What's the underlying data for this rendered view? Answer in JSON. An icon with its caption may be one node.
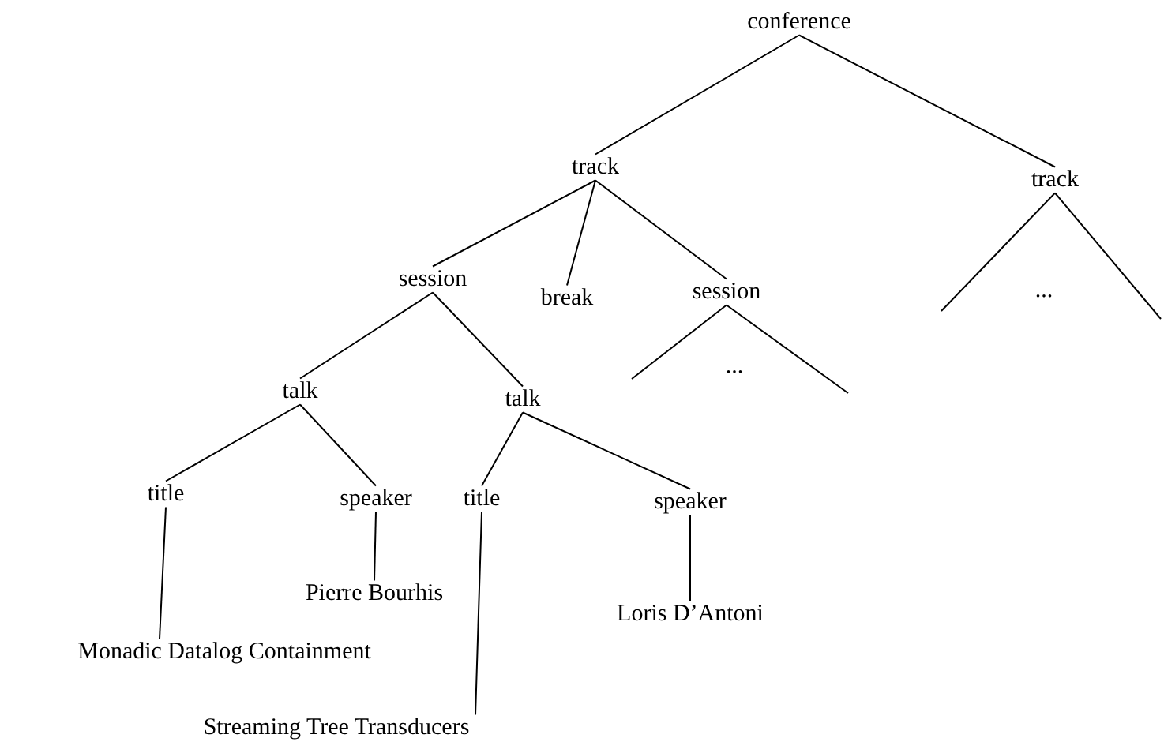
{
  "diagram": {
    "nodes": [
      {
        "text": [
          "conference"
        ]
      },
      {
        "text": [
          "track"
        ]
      },
      {
        "text": [
          "track"
        ]
      },
      {
        "text": [
          "session"
        ]
      },
      {
        "text": [
          "break"
        ]
      },
      {
        "text": [
          "session"
        ]
      },
      {
        "text": [
          "talk"
        ]
      },
      {
        "text": [
          "talk"
        ]
      },
      {
        "text": [
          "title"
        ]
      },
      {
        "text": [
          "speaker"
        ]
      },
      {
        "text": [
          "title"
        ]
      },
      {
        "text": [
          "speaker"
        ]
      },
      {
        "text": [
          "Pierre Bourhis"
        ]
      },
      {
        "text": [
          "Monadic Datalog Containment"
        ]
      },
      {
        "text": [
          "Loris D’Antoni"
        ]
      },
      {
        "text": [
          "Streaming Tree Transducers"
        ]
      }
    ],
    "edges": [
      {
        "from": 0,
        "to": 1,
        "arrow": "none"
      },
      {
        "from": 0,
        "to": 2,
        "arrow": "none"
      },
      {
        "from": 1,
        "to": 3,
        "arrow": "none"
      },
      {
        "from": 1,
        "to": 4,
        "arrow": "none"
      },
      {
        "from": 1,
        "to": 5,
        "arrow": "none"
      },
      {
        "from": 2,
        "to": null,
        "arrow": "none"
      },
      {
        "from": 2,
        "to": null,
        "arrow": "none"
      },
      {
        "from": 3,
        "to": 6,
        "arrow": "none"
      },
      {
        "from": 3,
        "to": 7,
        "arrow": "none"
      },
      {
        "from": 5,
        "to": null,
        "arrow": "none"
      },
      {
        "from": 5,
        "to": null,
        "arrow": "none"
      },
      {
        "from": 6,
        "to": 8,
        "arrow": "none"
      },
      {
        "from": 6,
        "to": 9,
        "arrow": "none"
      },
      {
        "from": 7,
        "to": 10,
        "arrow": "none"
      },
      {
        "from": 7,
        "to": 11,
        "arrow": "none"
      },
      {
        "from": 9,
        "to": 12,
        "arrow": "none"
      },
      {
        "from": 8,
        "to": 13,
        "arrow": "none"
      },
      {
        "from": 11,
        "to": 14,
        "arrow": "none"
      },
      {
        "from": 10,
        "to": 15,
        "arrow": "none"
      }
    ],
    "labels": [
      "...",
      "..."
    ]
  }
}
